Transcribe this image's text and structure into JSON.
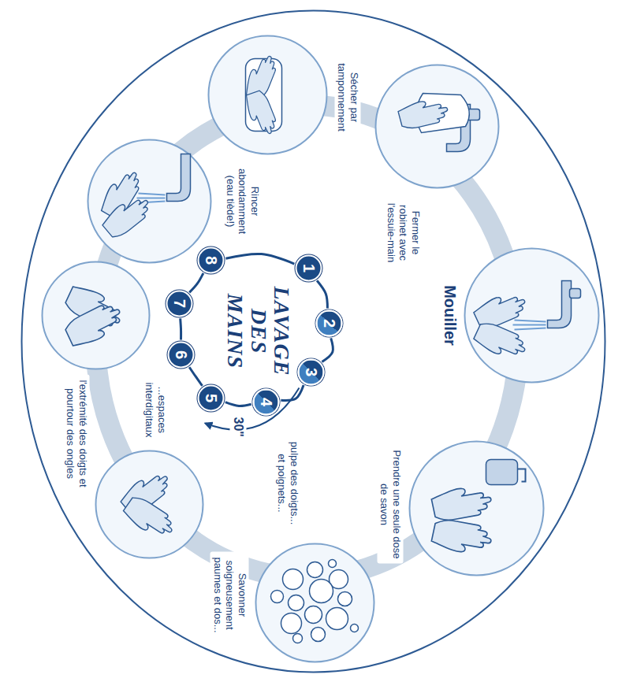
{
  "diagram": {
    "title": "LAVAGE DES MAINS",
    "nodes": [
      {
        "text": [
          "1"
        ]
      },
      {
        "text": [
          "2"
        ]
      },
      {
        "text": [
          "3"
        ]
      },
      {
        "text": [
          "4"
        ]
      },
      {
        "text": [
          "5"
        ]
      },
      {
        "text": [
          "6"
        ]
      },
      {
        "text": [
          "7"
        ]
      },
      {
        "text": [
          "8"
        ]
      }
    ],
    "edges": [
      {
        "from": 0,
        "to": 1,
        "arrow": "none"
      },
      {
        "from": 1,
        "to": 2,
        "arrow": "none"
      },
      {
        "from": 2,
        "to": 3,
        "arrow": "none"
      },
      {
        "from": 3,
        "to": 4,
        "arrow": "none"
      },
      {
        "from": 4,
        "to": 5,
        "arrow": "none"
      },
      {
        "from": 5,
        "to": 6,
        "arrow": "none"
      },
      {
        "from": 6,
        "to": 7,
        "arrow": "none"
      },
      {
        "from": 7,
        "to": 0,
        "arrow": "none"
      }
    ],
    "labels": [
      "Mouiller",
      "Prendre une seule dose de savon",
      "Savonner soigneusement paumes et dos...",
      "pulpe des doigts... et poignets...",
      "30\"",
      "...espaces interdigitaux",
      "l'extrémité des doigts et pourtour des ongles",
      "Rincer abondamment (eau tiède!)",
      "Sécher par tamponnement",
      "Fermer le robinet avec l'essuie-main"
    ]
  }
}
